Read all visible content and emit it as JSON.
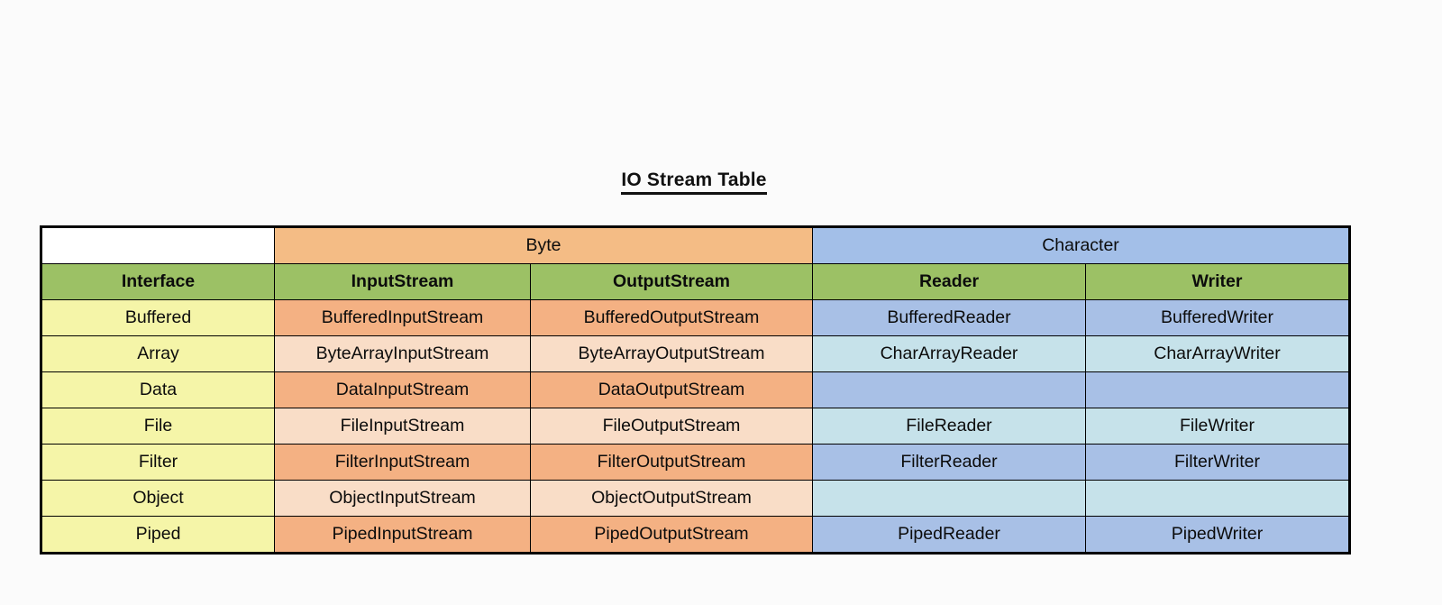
{
  "title": "IO Stream Table",
  "colors": {
    "byte_header": "#f4bc85",
    "character_header": "#a3bfe8",
    "interface_row": "#9cc165",
    "first_column": "#f5f5a8",
    "byte_dark": "#f4b183",
    "byte_light": "#f9ddc7",
    "char_dark": "#a8c0e6",
    "char_light": "#c6e2ea",
    "border": "#000000",
    "page_background": "#fbfbfb",
    "text": "#0c0c0c"
  },
  "table": {
    "group_header": {
      "blank_label": "",
      "byte_label": "Byte",
      "character_label": "Character"
    },
    "column_headers": [
      "Interface",
      "InputStream",
      "OutputStream",
      "Reader",
      "Writer"
    ],
    "rows": [
      {
        "interface": "Buffered",
        "input_stream": "BufferedInputStream",
        "output_stream": "BufferedOutputStream",
        "reader": "BufferedReader",
        "writer": "BufferedWriter",
        "shade": "dark"
      },
      {
        "interface": "Array",
        "input_stream": "ByteArrayInputStream",
        "output_stream": "ByteArrayOutputStream",
        "reader": "CharArrayReader",
        "writer": "CharArrayWriter",
        "shade": "light"
      },
      {
        "interface": "Data",
        "input_stream": "DataInputStream",
        "output_stream": "DataOutputStream",
        "reader": "",
        "writer": "",
        "shade": "dark"
      },
      {
        "interface": "File",
        "input_stream": "FileInputStream",
        "output_stream": "FileOutputStream",
        "reader": "FileReader",
        "writer": "FileWriter",
        "shade": "light"
      },
      {
        "interface": "Filter",
        "input_stream": "FilterInputStream",
        "output_stream": "FilterOutputStream",
        "reader": "FilterReader",
        "writer": "FilterWriter",
        "shade": "dark"
      },
      {
        "interface": "Object",
        "input_stream": "ObjectInputStream",
        "output_stream": "ObjectOutputStream",
        "reader": "",
        "writer": "",
        "shade": "light"
      },
      {
        "interface": "Piped",
        "input_stream": "PipedInputStream",
        "output_stream": "PipedOutputStream",
        "reader": "PipedReader",
        "writer": "PipedWriter",
        "shade": "dark"
      }
    ]
  }
}
